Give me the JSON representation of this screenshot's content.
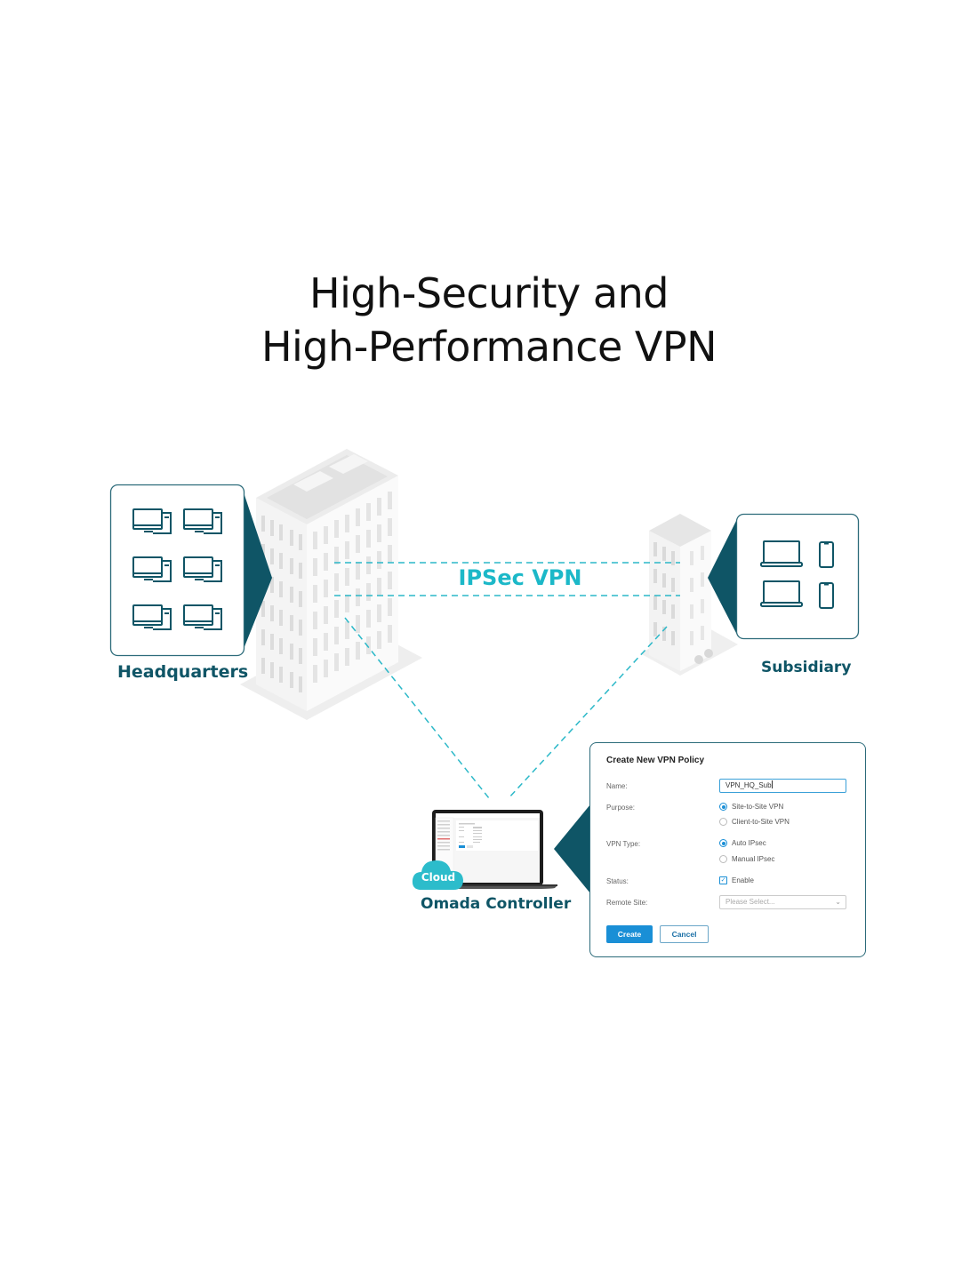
{
  "title": {
    "line1": "High-Security and",
    "line2": "High-Performance VPN"
  },
  "colors": {
    "teal_dark": "#0f5566",
    "cyan_accent": "#1cb8c8",
    "button_blue": "#1a8fd6"
  },
  "nodes": {
    "headquarters": {
      "label": "Headquarters",
      "devices": [
        "desktop-icon",
        "desktop-icon",
        "desktop-icon",
        "desktop-icon",
        "desktop-icon",
        "desktop-icon"
      ]
    },
    "subsidiary": {
      "label": "Subsidiary",
      "devices": [
        "laptop-icon",
        "phone-icon",
        "laptop-icon",
        "phone-icon"
      ]
    },
    "controller": {
      "label": "Omada Controller",
      "badge": "Cloud"
    }
  },
  "links": {
    "vpn_label": "IPSec VPN"
  },
  "dialog": {
    "title": "Create New VPN Policy",
    "name_label": "Name:",
    "name_value": "VPN_HQ_Sub",
    "purpose_label": "Purpose:",
    "purpose_options": [
      {
        "label": "Site-to-Site VPN",
        "selected": true
      },
      {
        "label": "Client-to-Site VPN",
        "selected": false
      }
    ],
    "vpn_type_label": "VPN Type:",
    "vpn_type_options": [
      {
        "label": "Auto IPsec",
        "selected": true
      },
      {
        "label": "Manual IPsec",
        "selected": false
      }
    ],
    "status_label": "Status:",
    "status_option": {
      "label": "Enable",
      "checked": true
    },
    "remote_site_label": "Remote Site:",
    "remote_site_placeholder": "Please Select...",
    "create_label": "Create",
    "cancel_label": "Cancel"
  }
}
